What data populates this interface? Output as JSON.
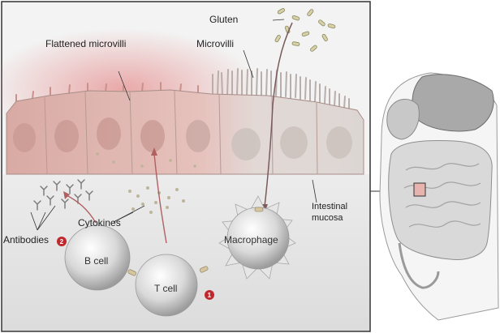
{
  "labels": {
    "gluten": "Gluten",
    "flattened_microvilli": "Flattened microvilli",
    "microvilli": "Microvilli",
    "intestinal_line1": "Intestinal",
    "intestinal_line2": "mucosa",
    "cytokines": "Cytokines",
    "antibodies": "Antibodies",
    "b_cell": "B cell",
    "t_cell": "T cell",
    "macrophage": "Macrophage"
  },
  "badges": {
    "one": "1",
    "two": "2"
  },
  "colors": {
    "tissue_pink": "#e3b9b3",
    "tissue_gray": "#dcd6d2",
    "badge_red": "#c0282e",
    "inflamed_glow": "#e8a0a0",
    "cell_gray": "#cfcfcf"
  },
  "icons": {
    "badge": "numbered-circle"
  }
}
